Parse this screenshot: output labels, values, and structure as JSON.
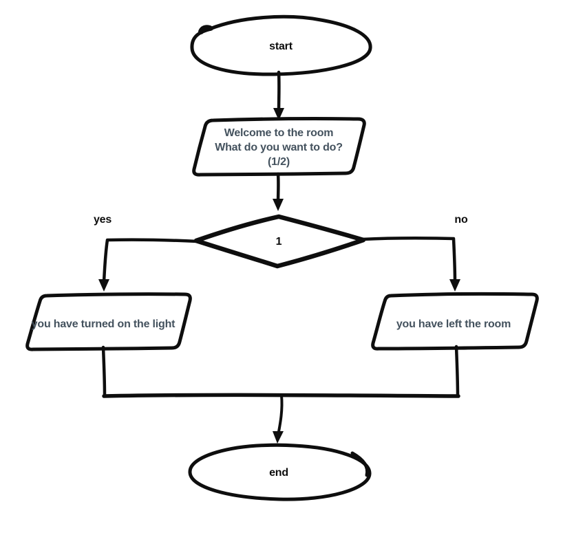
{
  "colors": {
    "background": "#ffffff",
    "ink": "#0e0e0e",
    "node_text": "#44525e",
    "label_text": "#0d0d0d"
  },
  "flowchart": {
    "start": {
      "type": "terminator",
      "label": "start"
    },
    "welcome": {
      "type": "input-output",
      "lines": [
        "Welcome to the room",
        "What do you want to do?",
        "(1/2)"
      ]
    },
    "decision": {
      "type": "decision",
      "label": "1"
    },
    "branch_yes": {
      "label": "yes"
    },
    "branch_no": {
      "label": "no"
    },
    "light_on": {
      "type": "input-output",
      "label": "you have turned on the light"
    },
    "left_room": {
      "type": "input-output",
      "label": "you have left the room"
    },
    "end": {
      "type": "terminator",
      "label": "end"
    }
  }
}
